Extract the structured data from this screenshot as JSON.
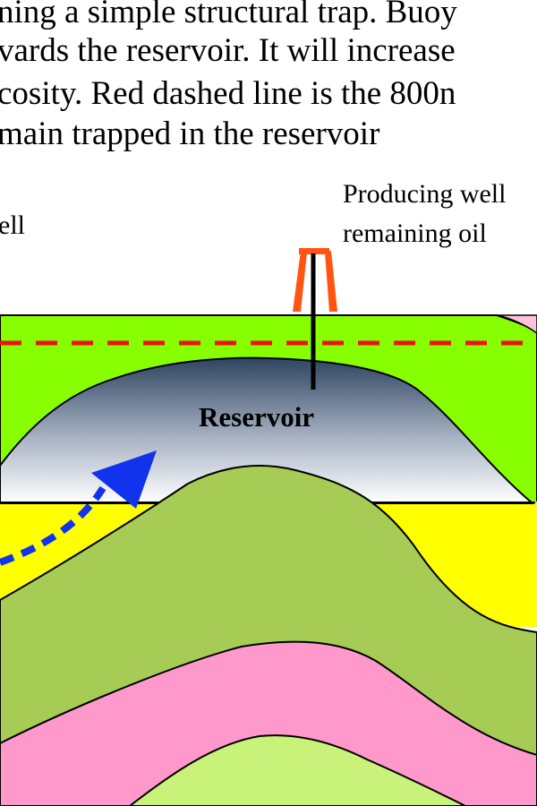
{
  "caption": {
    "lines": [
      "ning a simple structural trap.  Buoy",
      "vards the reservoir. It will increase",
      "cosity. Red dashed line is the 800n",
      "main trapped in the reservoir"
    ]
  },
  "labels": {
    "left_well_fragment": "ell",
    "producing_well_line1": "Producing well",
    "producing_well_line2": "remaining oil",
    "reservoir": "Reservoir"
  },
  "colors": {
    "top_seal": "#88ff00",
    "reservoir_top": "#2e4460",
    "reservoir_bottom": "#ffffff",
    "carrier_bed": "#ffff00",
    "fold_layer": "#a6cc55",
    "pink_layer": "#ff99cc",
    "bottom_core": "#c8f27a",
    "dashed_line": "#ee1111",
    "derrick": "#ff5511",
    "migration_arrow": "#1133ee",
    "outline": "#000000"
  },
  "legend_icons": {
    "derrick": "oil-derrick-icon",
    "arrow": "migration-arrow-icon"
  }
}
